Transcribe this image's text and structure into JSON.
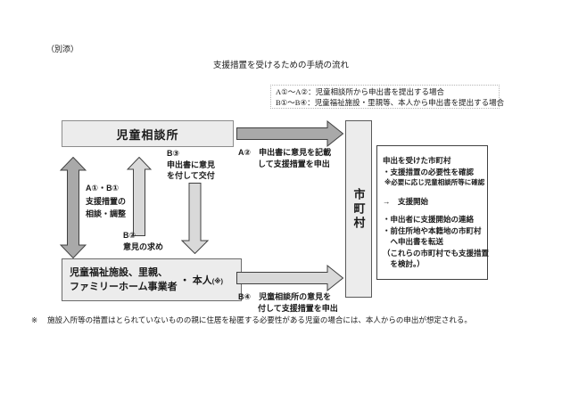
{
  "page": {
    "attachment_label": "（別添）",
    "title": "支援措置を受けるための手続の流れ",
    "footnote_mark": "※",
    "footnote_text": "施設入所等の措置はとられていないものの親に住居を秘匿する必要性がある児童の場合には、本人からの申出が想定される。"
  },
  "legend": {
    "line1": "A①〜A②：児童相談所から申出書を提出する場合",
    "line2": "B①〜B④：児童福祉施設・里親等、本人から申出書を提出する場合"
  },
  "nodes": {
    "child_consultation_center": "児童相談所",
    "municipality": "市町村",
    "facility_line1": "児童福祉施設、里親、",
    "facility_line2": "ファミリーホーム事業者",
    "facility_side": "・ 本人",
    "facility_side_note": "(※)"
  },
  "flows": {
    "a2": {
      "lines": [
        "A②　申出書に意見を記載",
        "して支援措置を申出"
      ]
    },
    "a1b1": {
      "lines": [
        "A①・B①",
        "支援措置の",
        "相談・調整"
      ]
    },
    "b2": {
      "lines": [
        "B②",
        "意見の求め"
      ]
    },
    "b3": {
      "lines": [
        "B③",
        "申出書に意見",
        "を付して交付"
      ]
    },
    "b4": {
      "lines": [
        "B④　児童相談所の意見を",
        "付して支援措置を申出"
      ]
    }
  },
  "info_box": {
    "lines": [
      "申出を受けた市町村",
      "・支援措置の必要性を確認",
      "※必要に応じ児童相談所等に確認",
      "→　支援開始",
      "・申出者に支援開始の連絡",
      "・前住所地や本籍地の市町村",
      "　へ申出書を転送",
      "（これらの市町村でも支援措置",
      "　を検討。）"
    ]
  },
  "colors": {
    "dark_arrow": "#a9a9a9",
    "light_arrow": "#d9d9d9",
    "box_fill": "#ececec",
    "arrow_stroke": "#404040"
  }
}
